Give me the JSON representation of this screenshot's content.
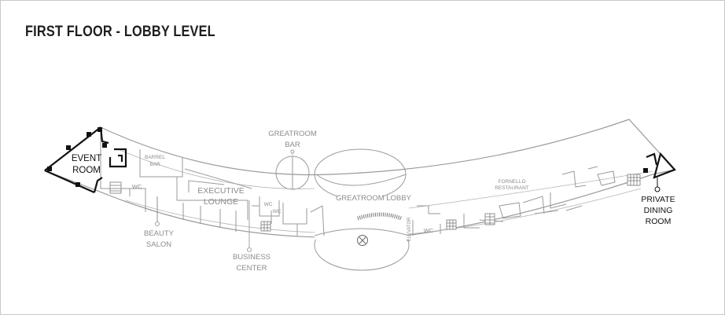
{
  "title": "FIRST FLOOR - LOBBY LEVEL",
  "rooms": {
    "event_room": [
      "EVENT",
      "ROOM"
    ],
    "barrel_bar": [
      "BARREL",
      "BAR"
    ],
    "wc_left": "WC",
    "executive_lounge": [
      "EXECUTIVE",
      "LOUNGE"
    ],
    "wc_mid_a": "WC",
    "wc_mid_b": "WC",
    "beauty_salon": [
      "BEAUTY",
      "SALON"
    ],
    "business_center": [
      "BUSINESS",
      "CENTER"
    ],
    "greatroom_bar": [
      "GREATROOM",
      "BAR"
    ],
    "greatroom_lobby": "GREATROOM LOBBY",
    "elevator": "ELEVATOR",
    "wc_right": "WC",
    "fornello_restaurant": [
      "FORNELLO",
      "RESTAURANT"
    ],
    "private_dining_room": [
      "PRIVATE",
      "DINING",
      "ROOM"
    ]
  }
}
